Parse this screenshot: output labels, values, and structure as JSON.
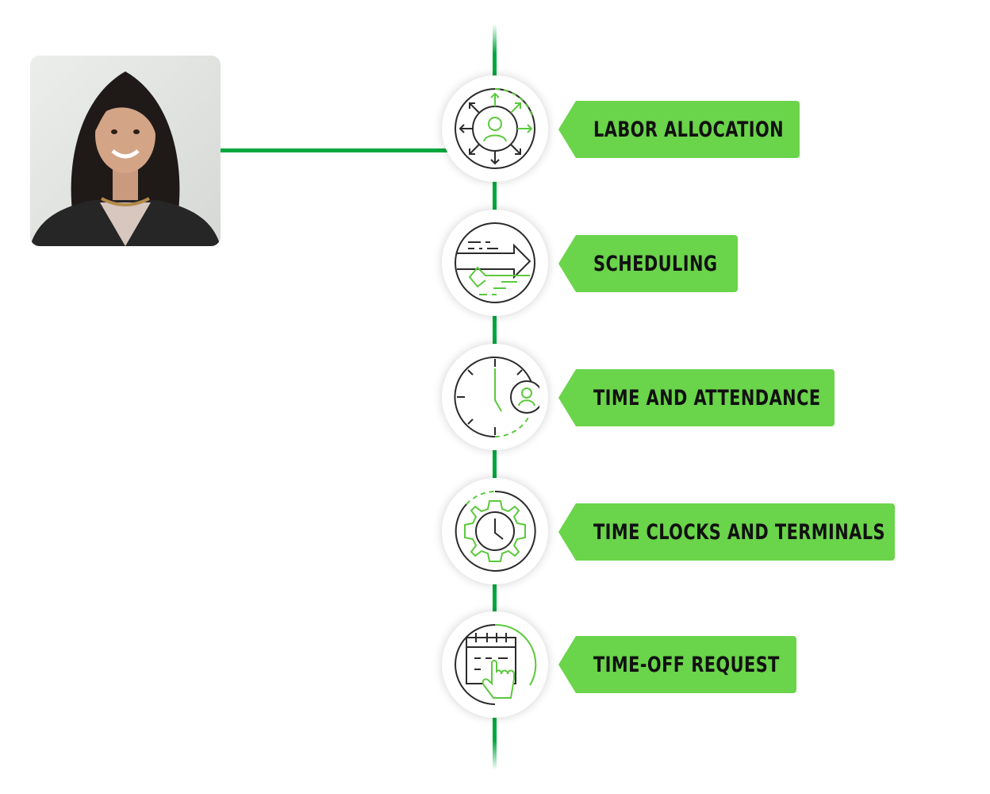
{
  "steps": [
    {
      "label": "LABOR ALLOCATION",
      "icon": "labor-allocation-icon"
    },
    {
      "label": "SCHEDULING",
      "icon": "scheduling-arrows-icon"
    },
    {
      "label": "TIME AND ATTENDANCE",
      "icon": "clock-person-icon"
    },
    {
      "label": "TIME CLOCKS AND TERMINALS",
      "icon": "gear-clock-icon"
    },
    {
      "label": "TIME-OFF REQUEST",
      "icon": "calendar-hand-icon"
    }
  ],
  "colors": {
    "line": "#00a83c",
    "tag": "#6ad44a",
    "icon_green": "#5cc93d",
    "icon_dark": "#2b2b2b"
  }
}
